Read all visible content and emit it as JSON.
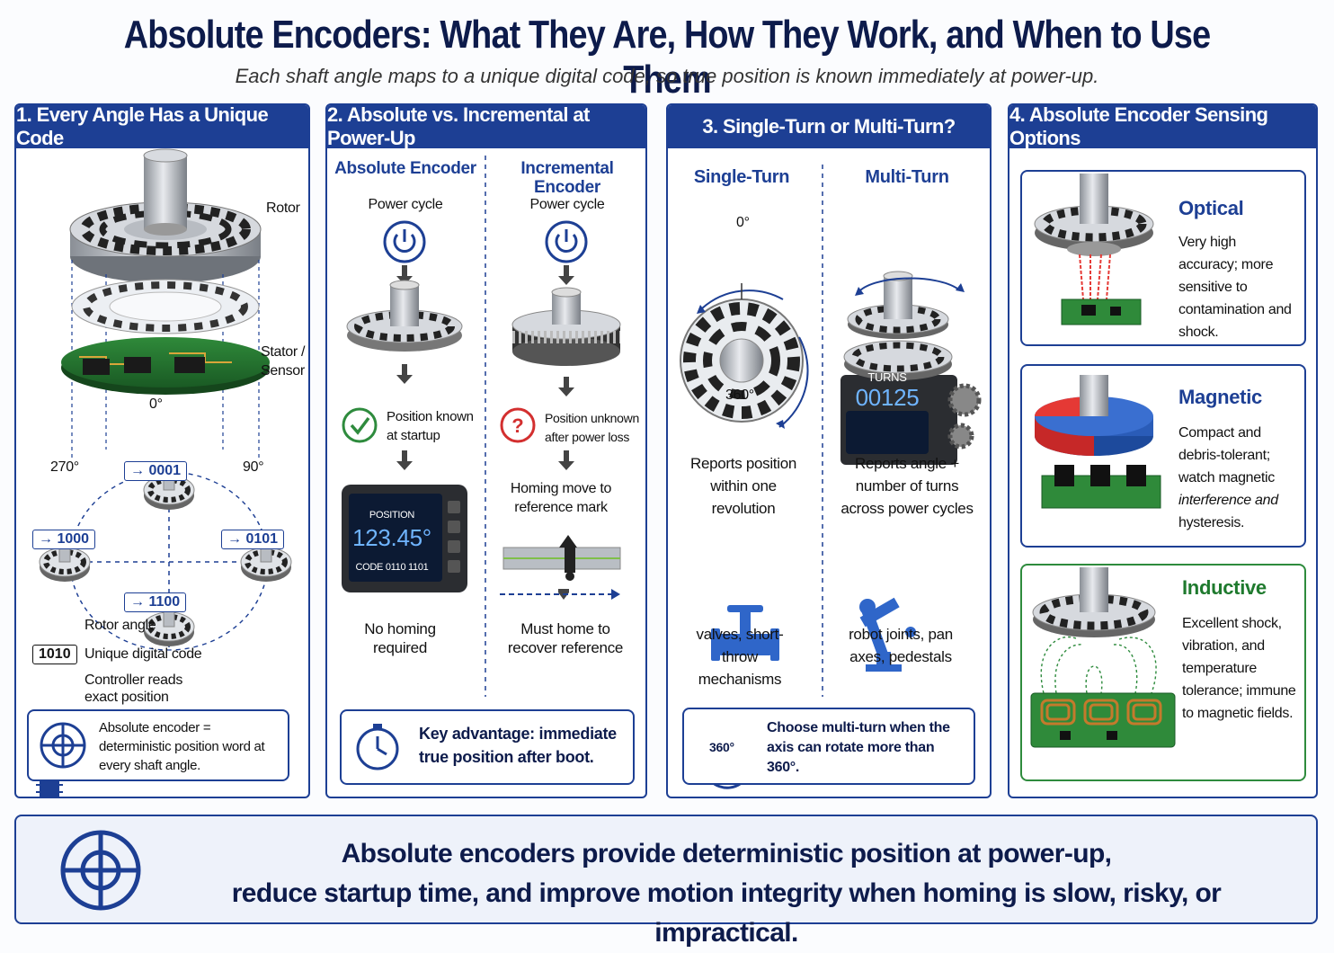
{
  "title": "Absolute Encoders: What They Are, How They Work, and When to Use Them",
  "subtitle": "Each shaft angle maps to a unique digital code, so true position is known immediately at power-up.",
  "panel1": {
    "heading": "1. Every Angle Has a Unique Code",
    "rotor_label": "Rotor",
    "stator_label": "Stator / Sensor",
    "angle_0": "0°",
    "angle_90": "90°",
    "angle_180": "",
    "angle_270": "270°",
    "code_0": "→ 0001",
    "code_90": "→ 0101",
    "code_180": "→ 1100",
    "code_270": "→ 1000",
    "legend_angle": "Rotor angle",
    "legend_code_icon": "1010",
    "legend_code": "Unique digital code",
    "legend_controller": "Controller reads exact position",
    "summary": "Absolute encoder = deterministic position word at every shaft angle."
  },
  "panel2": {
    "heading": "2. Absolute vs. Incremental at Power-Up",
    "abs_title": "Absolute Encoder",
    "inc_title": "Incremental Encoder",
    "power_cycle": "Power cycle",
    "known": "Position known at startup",
    "unknown": "Position unknown after power loss",
    "display_label": "POSITION",
    "display_value": "123.45°",
    "display_code": "CODE  0110  1101",
    "no_homing": "No homing required",
    "homing_move": "Homing move to reference mark",
    "must_home": "Must home to recover reference",
    "advantage": "Key advantage: immediate true position after boot."
  },
  "panel3": {
    "heading": "3. Single-Turn or Multi-Turn?",
    "single_title": "Single-Turn",
    "multi_title": "Multi-Turn",
    "zero": "0°",
    "full": "360°",
    "turns_label": "TURNS",
    "turns_value": "00125",
    "single_desc": "Reports position within one revolution",
    "multi_desc": "Reports angle + number of turns across power cycles",
    "single_use": "valves, short-throw mechanisms",
    "multi_use": "robot joints, pan axes, pedestals",
    "tip_icon": "360°",
    "tip": "Choose multi-turn when the axis can rotate more than 360°."
  },
  "panel4": {
    "heading": "4. Absolute Encoder Sensing Options",
    "optical_title": "Optical",
    "optical_desc": "Very high accuracy; more sensitive to contamination and shock.",
    "magnetic_title": "Magnetic",
    "magnetic_desc_a": "Compact and debris-tolerant; watch magnetic",
    "magnetic_desc_b": "interference and",
    "magnetic_desc_c": "hysteresis.",
    "inductive_title": "Inductive",
    "inductive_desc": "Excellent shock, vibration, and temperature tolerance; immune to magnetic fields."
  },
  "banner": {
    "line1": "Absolute encoders provide deterministic position at power-up,",
    "line2": "reduce startup time, and improve motion integrity when homing is slow, risky, or impractical."
  },
  "colors": {
    "navy": "#1d3f94",
    "dark": "#0d1b4b",
    "green": "#2e8b3d",
    "red": "#d32f2f"
  }
}
